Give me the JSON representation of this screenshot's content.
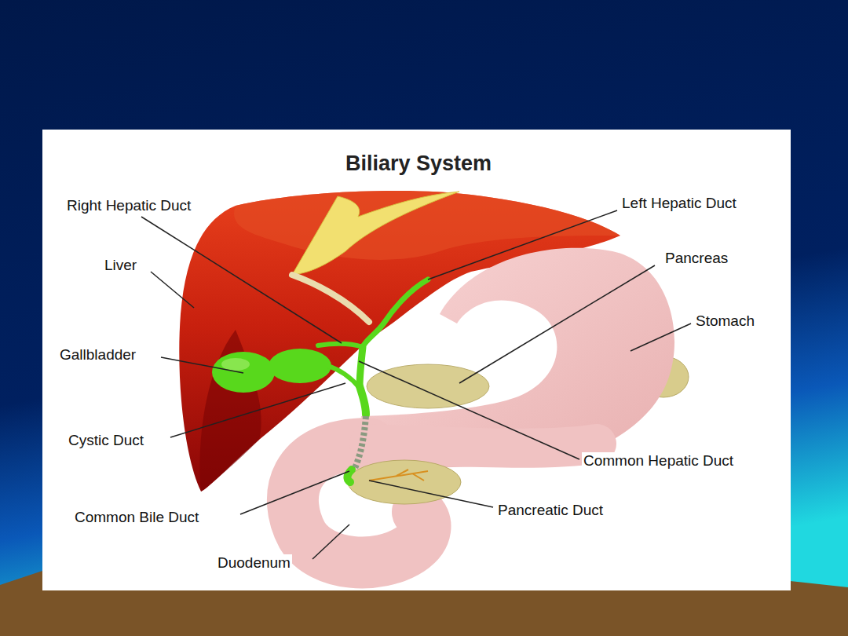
{
  "diagram": {
    "title": "Biliary System",
    "labels": [
      "Right Hepatic Duct",
      "Left Hepatic Duct",
      "Liver",
      "Pancreas",
      "Stomach",
      "Gallbladder",
      "Cystic Duct",
      "Common Hepatic Duct",
      "Common Bile Duct",
      "Pancreatic Duct",
      "Duodenum"
    ]
  }
}
